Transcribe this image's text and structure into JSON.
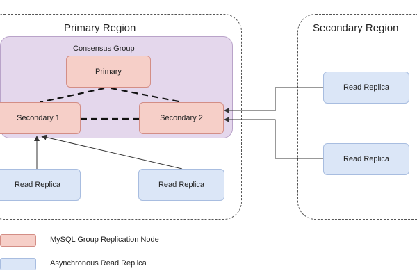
{
  "regions": {
    "primary_title": "Primary Region",
    "secondary_title": "Secondary Region"
  },
  "consensus_group": {
    "title": "Consensus Group"
  },
  "nodes": {
    "primary": "Primary",
    "secondary_1": "Secondary 1",
    "secondary_2": "Secondary 2",
    "read_replica_left": "Read Replica",
    "read_replica_mid": "Read Replica",
    "read_replica_sec_top": "Read Replica",
    "read_replica_sec_bottom": "Read Replica"
  },
  "legend": {
    "mysql_node": "MySQL Group Replication Node",
    "async_replica": "Asynchronous Read Replica"
  },
  "colors": {
    "mysql_fill": "#f6cfc8",
    "async_fill": "#dbe6f7",
    "consensus_fill": "#e4d7ec"
  }
}
